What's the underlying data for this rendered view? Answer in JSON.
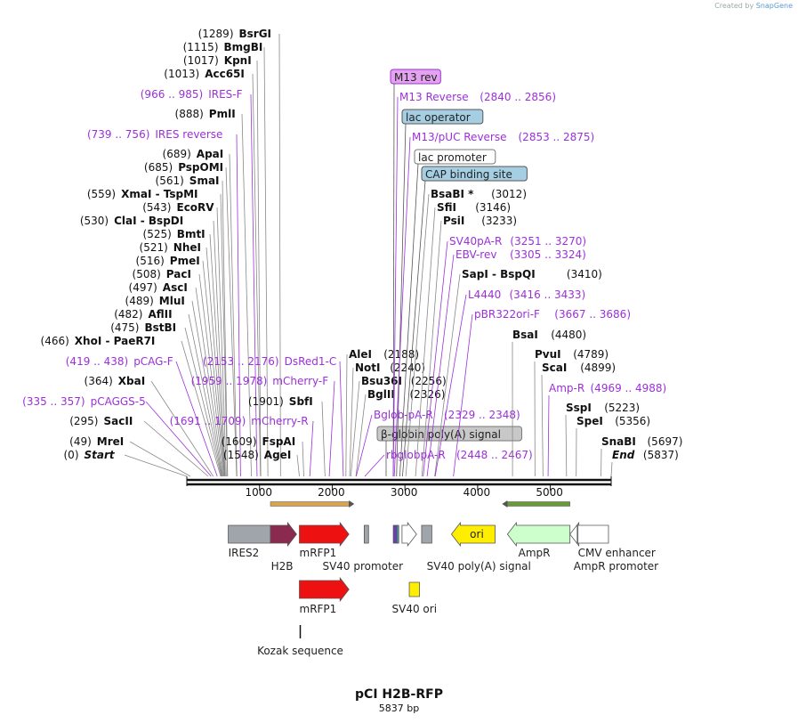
{
  "credit": {
    "prefix": "Created by",
    "brand": "SnapGene"
  },
  "map": {
    "name": "pCI H2B-RFP",
    "length_label": "5837 bp",
    "length": 5837,
    "ticks": [
      "1000",
      "2000",
      "3000",
      "4000",
      "5000"
    ],
    "left_sites": [
      {
        "pos": "(1289)",
        "name": "BsrGI",
        "bp": 1289,
        "kind": "enzyme"
      },
      {
        "pos": "(1115)",
        "name": "BmgBI",
        "bp": 1115,
        "kind": "enzyme"
      },
      {
        "pos": "(1017)",
        "name": "KpnI",
        "bp": 1017,
        "kind": "enzyme"
      },
      {
        "pos": "(1013)",
        "name": "Acc65I",
        "bp": 1013,
        "kind": "enzyme"
      },
      {
        "pos": "(966 .. 985)",
        "name": "IRES-F",
        "bp": 966,
        "kind": "primer"
      },
      {
        "pos": "(888)",
        "name": "PmlI",
        "bp": 888,
        "kind": "enzyme"
      },
      {
        "pos": "(739 .. 756)",
        "name": "IRES reverse",
        "bp": 739,
        "kind": "primer"
      },
      {
        "pos": "(689)",
        "name": "ApaI",
        "bp": 689,
        "kind": "enzyme"
      },
      {
        "pos": "(685)",
        "name": "PspOMI",
        "bp": 685,
        "kind": "enzyme"
      },
      {
        "pos": "(561)",
        "name": "SmaI",
        "bp": 561,
        "kind": "enzyme"
      },
      {
        "pos": "(559)",
        "name": "XmaI  - TspMI",
        "bp": 559,
        "kind": "enzyme"
      },
      {
        "pos": "(543)",
        "name": "EcoRV",
        "bp": 543,
        "kind": "enzyme"
      },
      {
        "pos": "(530)",
        "name": "ClaI  - BspDI",
        "bp": 530,
        "kind": "enzyme"
      },
      {
        "pos": "(525)",
        "name": "BmtI",
        "bp": 525,
        "kind": "enzyme"
      },
      {
        "pos": "(521)",
        "name": "NheI",
        "bp": 521,
        "kind": "enzyme"
      },
      {
        "pos": "(516)",
        "name": "PmeI",
        "bp": 516,
        "kind": "enzyme"
      },
      {
        "pos": "(508)",
        "name": "PacI",
        "bp": 508,
        "kind": "enzyme"
      },
      {
        "pos": "(497)",
        "name": "AscI",
        "bp": 497,
        "kind": "enzyme"
      },
      {
        "pos": "(489)",
        "name": "MluI",
        "bp": 489,
        "kind": "enzyme"
      },
      {
        "pos": "(482)",
        "name": "AflII",
        "bp": 482,
        "kind": "enzyme"
      },
      {
        "pos": "(475)",
        "name": "BstBI",
        "bp": 475,
        "kind": "enzyme"
      },
      {
        "pos": "(466)",
        "name": "XhoI  - PaeR7I",
        "bp": 466,
        "kind": "enzyme"
      },
      {
        "pos": "(419 .. 438)",
        "name": "pCAG-F",
        "bp": 419,
        "kind": "primer"
      },
      {
        "pos": "(364)",
        "name": "XbaI",
        "bp": 364,
        "kind": "enzyme"
      },
      {
        "pos": "(335 .. 357)",
        "name": "pCAGGS-5",
        "bp": 335,
        "kind": "primer"
      },
      {
        "pos": "(295)",
        "name": "SacII",
        "bp": 295,
        "kind": "enzyme"
      },
      {
        "pos": "(49)",
        "name": "MreI",
        "bp": 49,
        "kind": "enzyme"
      },
      {
        "pos": "(0)",
        "name": "Start",
        "bp": 0,
        "kind": "end"
      }
    ],
    "mid_sites": [
      {
        "pos": "(2153 .. 2176)",
        "name": "DsRed1-C",
        "bp": 2153,
        "kind": "primer"
      },
      {
        "pos": "(1959 .. 1978)",
        "name": "mCherry-F",
        "bp": 1959,
        "kind": "primer"
      },
      {
        "pos": "(1901)",
        "name": "SbfI",
        "bp": 1901,
        "kind": "enzyme"
      },
      {
        "pos": "(1691 .. 1709)",
        "name": "mCherry-R",
        "bp": 1691,
        "kind": "primer"
      },
      {
        "pos": "(1609)",
        "name": "FspAI",
        "bp": 1609,
        "kind": "enzyme"
      },
      {
        "pos": "(1548)",
        "name": "AgeI",
        "bp": 1548,
        "kind": "enzyme"
      }
    ],
    "right_sites": [
      {
        "name": "M13 rev",
        "pos": "",
        "bp": 2840,
        "kind": "boxed",
        "fill": "#e4a3ee",
        "stroke": "#9b30d9"
      },
      {
        "name": "M13 Reverse",
        "pos": "(2840 .. 2856)",
        "bp": 2840,
        "kind": "primer"
      },
      {
        "name": "lac operator",
        "pos": "",
        "bp": 2870,
        "kind": "boxed",
        "fill": "#a6cee3",
        "stroke": "#555"
      },
      {
        "name": "M13/pUC Reverse",
        "pos": "(2853 .. 2875)",
        "bp": 2853,
        "kind": "primer"
      },
      {
        "name": "lac promoter",
        "pos": "",
        "bp": 2900,
        "kind": "boxed",
        "fill": "#ffffff",
        "stroke": "#777"
      },
      {
        "name": "CAP binding site",
        "pos": "",
        "bp": 2930,
        "kind": "boxed",
        "fill": "#a6cee3",
        "stroke": "#555"
      },
      {
        "name": "BsaBI *",
        "pos": "(3012)",
        "bp": 3012,
        "kind": "enzyme"
      },
      {
        "name": "SfiI",
        "pos": "(3146)",
        "bp": 3146,
        "kind": "enzyme"
      },
      {
        "name": "PsiI",
        "pos": "(3233)",
        "bp": 3233,
        "kind": "enzyme"
      },
      {
        "name": "SV40pA-R",
        "pos": "(3251 .. 3270)",
        "bp": 3251,
        "kind": "primer"
      },
      {
        "name": "EBV-rev",
        "pos": "(3305 .. 3324)",
        "bp": 3305,
        "kind": "primer"
      },
      {
        "name": "SapI  - BspQI",
        "pos": "(3410)",
        "bp": 3410,
        "kind": "enzyme"
      },
      {
        "name": "L4440",
        "pos": "(3416 .. 3433)",
        "bp": 3416,
        "kind": "primer"
      },
      {
        "name": "pBR322ori-F",
        "pos": "(3667 .. 3686)",
        "bp": 3667,
        "kind": "primer"
      }
    ],
    "center_sites": [
      {
        "name": "AleI",
        "pos": "(2188)",
        "bp": 2188,
        "kind": "enzyme"
      },
      {
        "name": "NotI",
        "pos": "(2240)",
        "bp": 2240,
        "kind": "enzyme"
      },
      {
        "name": "Bsu36I",
        "pos": "(2256)",
        "bp": 2256,
        "kind": "enzyme"
      },
      {
        "name": "BglII",
        "pos": "(2326)",
        "bp": 2326,
        "kind": "enzyme"
      },
      {
        "name": "Bglob-pA-R",
        "pos": "(2329 .. 2348)",
        "bp": 2329,
        "kind": "primer"
      },
      {
        "name": "β-globin poly(A) signal",
        "pos": "",
        "bp": 2860,
        "kind": "boxed",
        "fill": "#c8c8c8",
        "stroke": "#777"
      },
      {
        "name": "rbglobpA-R",
        "pos": "(2448 .. 2467)",
        "bp": 2448,
        "kind": "primer"
      }
    ],
    "far_sites": [
      {
        "name": "BsaI",
        "pos": "(4480)",
        "bp": 4480,
        "kind": "enzyme"
      },
      {
        "name": "PvuI",
        "pos": "(4789)",
        "bp": 4789,
        "kind": "enzyme"
      },
      {
        "name": "ScaI",
        "pos": "(4899)",
        "bp": 4899,
        "kind": "enzyme"
      },
      {
        "name": "Amp-R",
        "pos": "(4969 .. 4988)",
        "bp": 4969,
        "kind": "primer"
      },
      {
        "name": "SspI",
        "pos": "(5223)",
        "bp": 5223,
        "kind": "enzyme"
      },
      {
        "name": "SpeI",
        "pos": "(5356)",
        "bp": 5356,
        "kind": "enzyme"
      },
      {
        "name": "SnaBI",
        "pos": "(5697)",
        "bp": 5697,
        "kind": "enzyme"
      },
      {
        "name": "End",
        "pos": "(5837)",
        "bp": 5837,
        "kind": "end"
      }
    ],
    "features": [
      {
        "name": "IRES2",
        "start": 570,
        "end": 1150,
        "dir": "none",
        "color": "#a0a4ab"
      },
      {
        "name": "H2B",
        "start": 1150,
        "end": 1510,
        "dir": "right",
        "color": "#8b2a4f"
      },
      {
        "name": "mRFP1",
        "start": 1548,
        "end": 2230,
        "dir": "right",
        "color": "#ee1111"
      },
      {
        "name": "SV40 promoter",
        "start": 2440,
        "end": 2500,
        "dir": "none",
        "color": "#a0a4ab"
      },
      {
        "name": "",
        "start": 2840,
        "end": 2890,
        "dir": "none",
        "color": "#6a3fb0"
      },
      {
        "name": "",
        "start": 2890,
        "end": 2915,
        "dir": "none",
        "color": "#4aa0aa"
      },
      {
        "name": "",
        "start": 2960,
        "end": 3160,
        "dir": "right",
        "color": "#ffffff"
      },
      {
        "name": "SV40 poly(A) signal",
        "start": 3230,
        "end": 3370,
        "dir": "none",
        "color": "#a0a4ab"
      },
      {
        "name": "ori",
        "start": 3640,
        "end": 4240,
        "dir": "left",
        "color": "#ffee00"
      },
      {
        "name": "AmpR",
        "start": 4410,
        "end": 5270,
        "dir": "left",
        "color": "#ccffcc"
      },
      {
        "name": "",
        "start": 5270,
        "end": 5370,
        "dir": "left",
        "color": "#ffffff"
      },
      {
        "name": "CMV enhancer",
        "start": 5380,
        "end": 5800,
        "dir": "none",
        "color": "#ffffff"
      }
    ],
    "feature_labels": {
      "ires2": "IRES2",
      "h2b": "H2B",
      "mrfp1": "mRFP1",
      "sv40_promoter": "SV40 promoter",
      "sv40_polya": "SV40 poly(A) signal",
      "ampr": "AmpR",
      "cmv_enhancer": "CMV enhancer",
      "ampr_promoter": "AmpR promoter",
      "ori": "ori",
      "mrfp1_b": "mRFP1",
      "sv40_ori": "SV40 ori",
      "kozak": "Kozak sequence"
    },
    "orf_bars": [
      {
        "start": 1150,
        "end": 2230,
        "dir": "right",
        "color": "#d9a450"
      },
      {
        "start": 4410,
        "end": 5270,
        "dir": "left",
        "color": "#6a9a3a"
      }
    ],
    "lower_features": [
      {
        "name": "mRFP1",
        "start": 1548,
        "end": 2230,
        "dir": "right",
        "color": "#ee1111"
      },
      {
        "name": "SV40 ori",
        "start": 3060,
        "end": 3200,
        "dir": "none",
        "color": "#ffee00"
      }
    ]
  }
}
